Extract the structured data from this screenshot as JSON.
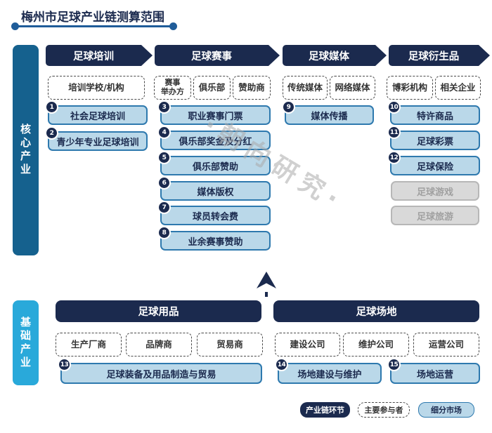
{
  "title": "梅州市足球产业链测算范围",
  "watermark": "·朝向研究·",
  "colors": {
    "navy": "#1B2A4E",
    "core_bar_blue": "#15618E",
    "base_bar_cyan": "#29A9DA",
    "market_fill": "#BAD8E9",
    "market_border": "#2E79AE",
    "disabled_fill": "#D9D9D9",
    "disabled_text": "#A0A0A0",
    "title_line_blue": "#1F5C99"
  },
  "core_section": {
    "label": "核心产业",
    "columns": [
      {
        "header": "足球培训",
        "participants": [
          "培训学校/机构"
        ],
        "markets": [
          {
            "num": "1",
            "label": "社会足球培训"
          },
          {
            "num": "2",
            "label": "青少年专业足球培训"
          }
        ]
      },
      {
        "header": "足球赛事",
        "participants": [
          "赛事\n举办方",
          "俱乐部",
          "赞助商"
        ],
        "markets": [
          {
            "num": "3",
            "label": "职业赛事门票"
          },
          {
            "num": "4",
            "label": "俱乐部奖金及分红"
          },
          {
            "num": "5",
            "label": "俱乐部赞助"
          },
          {
            "num": "6",
            "label": "媒体版权"
          },
          {
            "num": "7",
            "label": "球员转会费"
          },
          {
            "num": "8",
            "label": "业余赛事赞助"
          }
        ]
      },
      {
        "header": "足球媒体",
        "participants": [
          "传统媒体",
          "网络媒体"
        ],
        "markets": [
          {
            "num": "9",
            "label": "媒体传播"
          }
        ]
      },
      {
        "header": "足球衍生品",
        "participants": [
          "博彩机构",
          "相关企业"
        ],
        "markets": [
          {
            "num": "10",
            "label": "特许商品"
          },
          {
            "num": "11",
            "label": "足球彩票"
          },
          {
            "num": "12",
            "label": "足球保险"
          }
        ],
        "disabled_markets": [
          "足球游戏",
          "足球旅游"
        ]
      }
    ]
  },
  "base_section": {
    "label": "基础产业",
    "groups": [
      {
        "header": "足球用品",
        "participants": [
          "生产厂商",
          "品牌商",
          "贸易商"
        ],
        "markets": [
          {
            "num": "13",
            "label": "足球装备及用品制造与贸易"
          }
        ]
      },
      {
        "header": "足球场地",
        "participants": [
          "建设公司",
          "维护公司",
          "运营公司"
        ],
        "markets": [
          {
            "num": "14",
            "label": "场地建设与维护"
          },
          {
            "num": "15",
            "label": "场地运营"
          }
        ]
      }
    ]
  },
  "legend": [
    {
      "label": "产业链环节"
    },
    {
      "label": "主要参与者"
    },
    {
      "label": "细分市场"
    }
  ]
}
